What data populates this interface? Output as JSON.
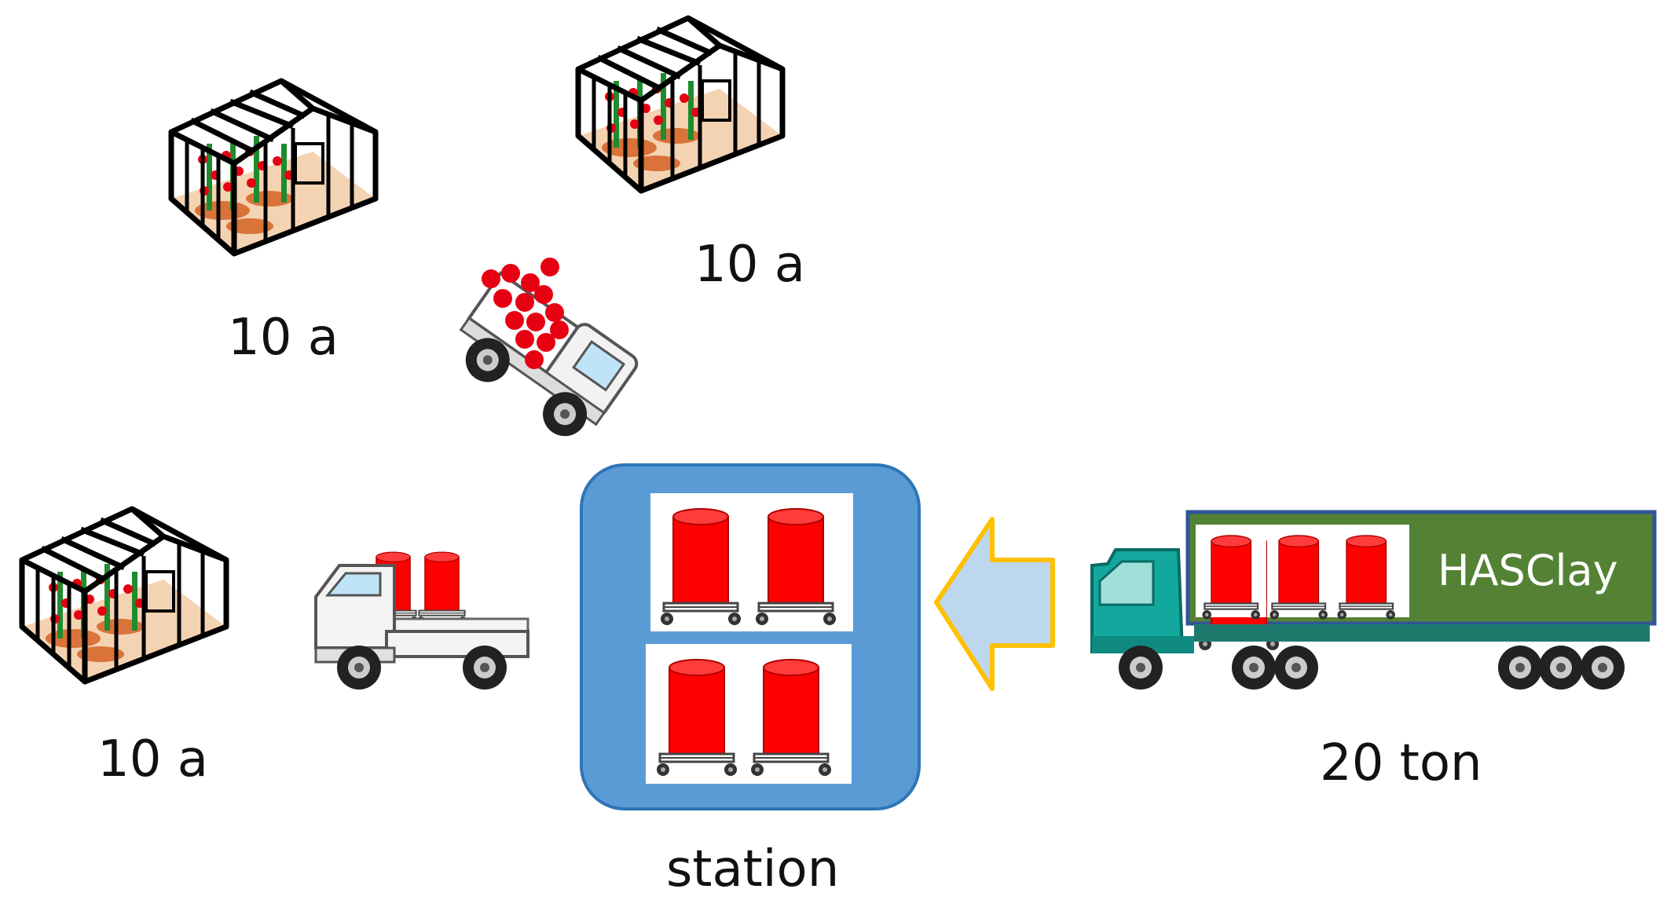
{
  "labels": {
    "greenhouse_top_left": "10 a",
    "greenhouse_top_right": "10 a",
    "greenhouse_bottom_left": "10 a",
    "station": "station",
    "truck_capacity": "20 ton",
    "truck_brand": "HASClay"
  },
  "colors": {
    "station_fill": "#5b9bd5",
    "station_border": "#2e75b6",
    "trailer_green": "#548235",
    "truck_cab": "#13a89e",
    "tank_red": "#ff0000",
    "arrow_fill": "#bdd7ee",
    "arrow_border": "#ffc000",
    "tomato_red": "#e60012"
  },
  "icons": [
    "greenhouse-icon",
    "tipping-truck-icon",
    "small-truck-icon",
    "semi-truck-icon",
    "tank-cart-icon",
    "arrow-left-icon",
    "station-icon"
  ]
}
